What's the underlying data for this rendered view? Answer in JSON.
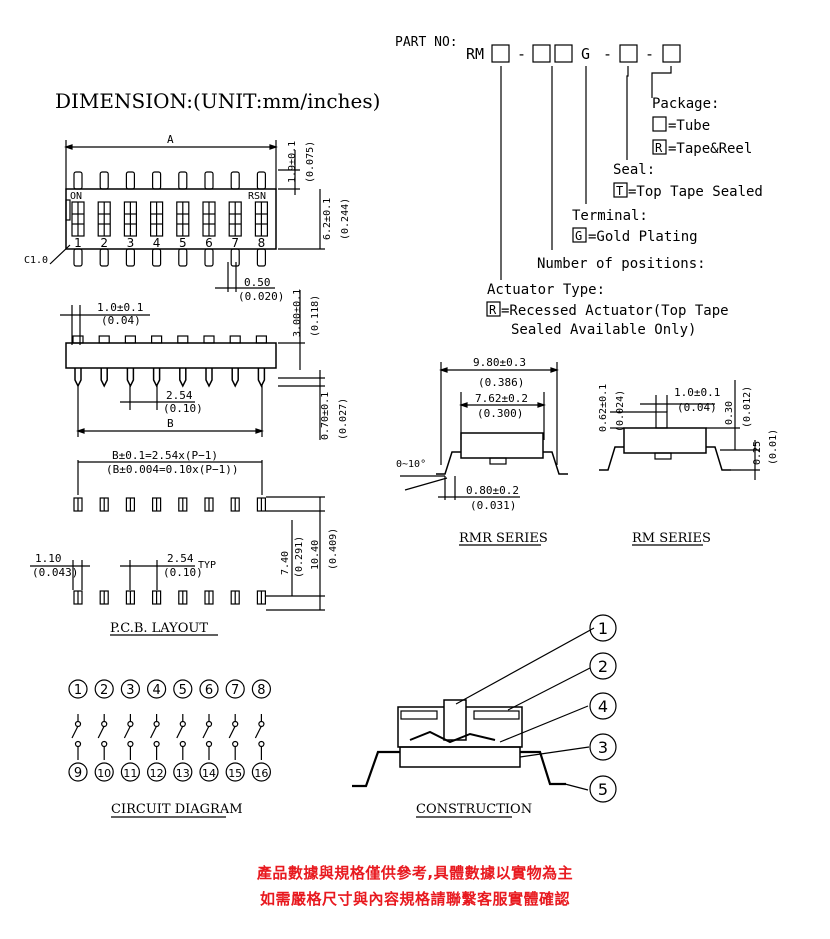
{
  "dimension_title": "DIMENSION:(UNIT:mm/inches)",
  "part_no": {
    "label": "PART NO:",
    "prefix": "RM",
    "sep": "-",
    "g": "G",
    "package": {
      "label": "Package:",
      "tube": "=Tube",
      "reel_code": "R",
      "reel": "=Tape&Reel"
    },
    "seal": {
      "label": "Seal:",
      "code": "T",
      "text": "=Top Tape Sealed"
    },
    "terminal": {
      "label": "Terminal:",
      "code": "G",
      "text": "=Gold Plating"
    },
    "positions": "Number of positions:",
    "actuator": {
      "label": "Actuator Type:",
      "code": "R",
      "text1": "=Recessed Actuator(Top Tape",
      "text2": "Sealed Available Only)"
    }
  },
  "top_view": {
    "dim_a": "A",
    "on": "ON",
    "rsn": "RSN",
    "c1": "C1.0",
    "nums": [
      "1",
      "2",
      "3",
      "4",
      "5",
      "6",
      "7",
      "8"
    ],
    "dim_19": "1.9±0.1",
    "dim_19i": "(0.075)",
    "dim_62": "6.2±0.1",
    "dim_62i": "(0.244)",
    "dim_050": "0.50",
    "dim_050i": "(0.020)"
  },
  "side_view": {
    "dim_10": "1.0±0.1",
    "dim_10i": "(0.04)",
    "dim_300": "3.00±0.1",
    "dim_300i": "(0.118)",
    "dim_254": "2.54",
    "dim_254i": "(0.10)",
    "dim_b": "B",
    "dim_070": "0.70±0.1",
    "dim_070i": "(0.027)"
  },
  "pcb": {
    "formula1": "B±0.1=2.54x(P−1)",
    "formula2": "(B±0.004=0.10x(P−1))",
    "dim_110": "1.10",
    "dim_110i": "(0.043)",
    "dim_254": "2.54",
    "dim_254i": "(0.10)",
    "typ": "TYP",
    "dim_740": "7.40",
    "dim_740i": "(0.291)",
    "dim_1040": "10.40",
    "dim_1040i": "(0.409)",
    "title": "P.C.B.  LAYOUT"
  },
  "rmr": {
    "dim_980": "9.80±0.3",
    "dim_980i": "(0.386)",
    "dim_762": "7.62±0.2",
    "dim_762i": "(0.300)",
    "angle": "0~10°",
    "dim_080": "0.80±0.2",
    "dim_080i": "(0.031)",
    "title": "RMR  SERIES"
  },
  "rm": {
    "dim_062": "0.62±0.1",
    "dim_062i": "(0.024)",
    "dim_10": "1.0±0.1",
    "dim_10i": "(0.04)",
    "dim_030": "0.30",
    "dim_030i": "(0.012)",
    "dim_025": "0.25",
    "dim_025i": "(0.01)",
    "title": "RM  SERIES"
  },
  "circuit": {
    "top": [
      "1",
      "2",
      "3",
      "4",
      "5",
      "6",
      "7",
      "8"
    ],
    "bottom": [
      "9",
      "10",
      "11",
      "12",
      "13",
      "14",
      "15",
      "16"
    ],
    "title": "CIRCUIT  DIAGRAM"
  },
  "construction": {
    "callouts": [
      "1",
      "2",
      "4",
      "3",
      "5"
    ],
    "title": "CONSTRUCTION"
  },
  "note_line1": "產品數據與規格僅供參考,具體數據以實物為主",
  "note_line2": "如需嚴格尺寸與內容規格請聯繫客服實體確認"
}
